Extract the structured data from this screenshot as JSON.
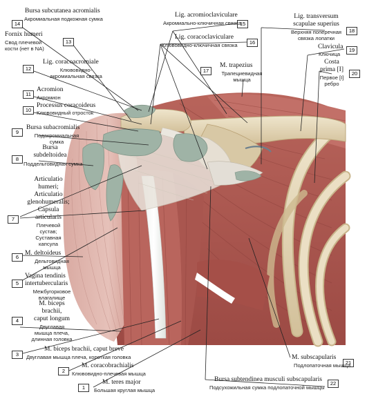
{
  "labels": [
    {
      "num": "14",
      "latin": "Bursa subcutanea acromialis",
      "russian": "Акромиальная подкожная сумка"
    },
    {
      "num": "13",
      "latin": "Fornix humeri",
      "russian": "Свод плечевой кости (нет в NA)"
    },
    {
      "num": "12",
      "latin": "Lig. coracoacromiale",
      "russian": "Клювовидно-акромиальная связка"
    },
    {
      "num": "11",
      "latin": "Acromion",
      "russian": "Акромион"
    },
    {
      "num": "10",
      "latin": "Processus coracoideus",
      "russian": "Клювовидный отросток"
    },
    {
      "num": "9",
      "latin": "Bursa subacromialis",
      "russian": "Подакромиальная сумка"
    },
    {
      "num": "8",
      "latin": "Bursa subdeltoidea",
      "russian": "Поддельтовидная сумка"
    },
    {
      "num": "7",
      "latin": "Articulatio humeri; Articulatio glenohumeralis; Capsula articularis",
      "russian": "Плечевой сустав; Суставная капсула"
    },
    {
      "num": "6",
      "latin": "M. deltoideus",
      "russian": "Дельтовидная мышца"
    },
    {
      "num": "5",
      "latin": "Vagina tendinis intertubercularis",
      "russian": "Межбугорковое влагалище"
    },
    {
      "num": "4",
      "latin": "M. biceps brachii, caput longum",
      "russian": "Двуглавая мышца плеча, длинная головка"
    },
    {
      "num": "3",
      "latin": "M. biceps brachii, caput breve",
      "russian": "Двуглавая мышца плеча, короткая головка"
    },
    {
      "num": "2",
      "latin": "M. coracobrachialis",
      "russian": "Клювовидно-плечевая мышца"
    },
    {
      "num": "1",
      "latin": "M. teres major",
      "russian": "Большая круглая мышца"
    },
    {
      "num": "15",
      "latin": "Lig. acromioclaviculare",
      "russian": "Акромиально-ключичная связка"
    },
    {
      "num": "16",
      "latin": "Lig. coracoclaviculare",
      "russian": "Клювовидно-ключичная связка"
    },
    {
      "num": "17",
      "latin": "M. trapezius",
      "russian": "Трапециевидная мышца"
    },
    {
      "num": "18",
      "latin": "Lig. transversum scapulae superius",
      "russian": "Верхняя поперечная связка лопатки"
    },
    {
      "num": "19",
      "latin": "Clavicula",
      "russian": "Ключица"
    },
    {
      "num": "20",
      "latin": "Costa prima [I]",
      "russian": "Первое [I] ребро"
    },
    {
      "num": "21",
      "latin": "M. subscapularis",
      "russian": "Подлопаточная мышца"
    },
    {
      "num": "22",
      "latin": "Bursa subtendinea musculi subscapularis",
      "russian": "Подсухожильная сумка подлопаточной мышцы"
    }
  ],
  "texts": {
    "l14": "Bursa subcutanea acromialis",
    "r14": "Акромиальная подкожная сумка",
    "l13": "Fornix humeri",
    "r13a": "Свод плечевой",
    "r13b": "кости (нет в NA)",
    "l12": "Lig. coracoacromiale",
    "r12a": "Клювовидно-",
    "r12b": "акромиальная связка",
    "l11": "Acromion",
    "r11": "Акромион",
    "l10": "Processus coracoideus",
    "r10": "Клювовидный отросток",
    "l9": "Bursa subacromialis",
    "r9a": "Подакромиальная",
    "r9b": "сумка",
    "l8a": "Bursa",
    "l8b": "subdeltoidea",
    "r8": "Поддельтовидная сумка",
    "l7a": "Articulatio",
    "l7b": "humeri;",
    "l7c": "Articulatio",
    "l7d": "glenohumeralis;",
    "l7e": "Capsula",
    "l7f": "articularis",
    "r7a": "Плечевой",
    "r7b": "сустав;",
    "r7c": "Суставная",
    "r7d": "капсула",
    "l6": "M. deltoideus",
    "r6a": "Дельтовидная",
    "r6b": "мышца",
    "l5a": "Vagina tendinis",
    "l5b": "intertubercularis",
    "r5a": "Межбугорковое",
    "r5b": "влагалище",
    "l4a": "M. biceps",
    "l4b": "brachii,",
    "l4c": "caput longum",
    "r4a": "Двуглавая",
    "r4b": "мышца плеча,",
    "r4c": "длинная головка",
    "l3": "M. biceps brachii, caput breve",
    "r3": "Двуглавая мышца плеча, короткая головка",
    "l2": "M. coracobrachialis",
    "r2": "Клювовидно-плечевая мышца",
    "l1": "M. teres major",
    "r1": "Большая круглая мышца",
    "l15": "Lig. acromioclaviculare",
    "r15": "Акромиально-ключичная связка",
    "l16": "Lig. coracoclaviculare",
    "r16": "Клювовидно-ключичная связка",
    "l17": "M. trapezius",
    "r17a": "Трапециевидная",
    "r17b": "мышца",
    "l18a": "Lig. transversum",
    "l18b": "scapulae superius",
    "r18a": "Верхняя поперечная",
    "r18b": "связка лопатки",
    "l19": "Clavicula",
    "r19": "Ключица",
    "l20a": "Costa",
    "l20b": "prima [I]",
    "r20a": "Первое [I]",
    "r20b": "ребро",
    "l21": "M. subscapularis",
    "r21": "Подлопаточная мышца",
    "l22": "Bursa subtendinea musculi subscapularis",
    "r22": "Подсухожильная сумка подлопаточной мышцы"
  },
  "colors": {
    "muscle_dark": "#a8554e",
    "muscle_mid": "#c27a70",
    "muscle_light": "#d9a49b",
    "bone": "#e8dcc0",
    "bone_shade": "#cbb993",
    "bursa": "#9fb3a6",
    "ligament": "#e9e4dc",
    "leader": "#222222"
  }
}
